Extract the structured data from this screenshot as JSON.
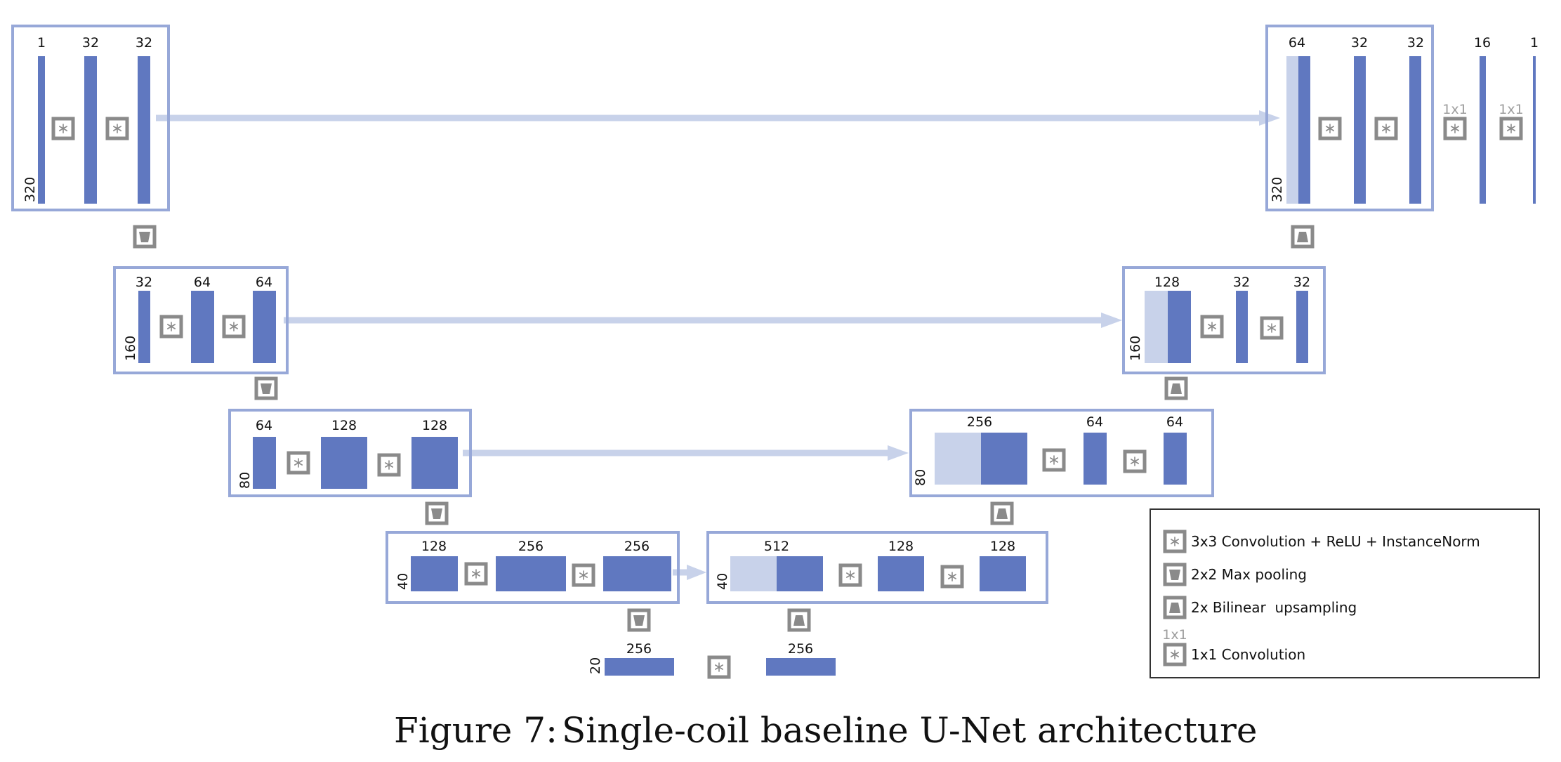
{
  "colors": {
    "block": "#6078c0",
    "skip": "#c8d2ea",
    "frame": "#97a8d8",
    "op": "#8a8a8a",
    "text": "#111111",
    "muted": "#9e9e9e"
  },
  "diagram": {
    "levels": [
      {
        "id": "enc1",
        "size": "320",
        "channels": [
          "1",
          "32",
          "32"
        ]
      },
      {
        "id": "enc2",
        "size": "160",
        "channels": [
          "32",
          "64",
          "64"
        ]
      },
      {
        "id": "enc3",
        "size": "80",
        "channels": [
          "64",
          "128",
          "128"
        ]
      },
      {
        "id": "enc4",
        "size": "40",
        "channels": [
          "128",
          "256",
          "256"
        ]
      },
      {
        "id": "bottleneck",
        "size": "20",
        "channels": [
          "256",
          "256"
        ]
      },
      {
        "id": "dec4",
        "size": "40",
        "channels": [
          "512",
          "128",
          "128"
        ]
      },
      {
        "id": "dec3",
        "size": "80",
        "channels": [
          "256",
          "64",
          "64"
        ]
      },
      {
        "id": "dec2",
        "size": "160",
        "channels": [
          "128",
          "32",
          "32"
        ]
      },
      {
        "id": "dec1",
        "size": "320",
        "channels": [
          "64",
          "32",
          "32"
        ]
      },
      {
        "id": "output",
        "channels": [
          "16",
          "1"
        ],
        "op_labels": [
          "1x1",
          "1x1"
        ]
      }
    ]
  },
  "legend": {
    "items": [
      {
        "icon": "conv-3x3-icon",
        "label": "3x3 Convolution + ReLU + InstanceNorm"
      },
      {
        "icon": "max-pool-icon",
        "label": "2x2 Max pooling"
      },
      {
        "icon": "upsample-icon",
        "label": "2x Bilinear  upsampling"
      },
      {
        "icon": "conv-1x1-icon",
        "label": "1x1 Convolution",
        "sublabel": "1x1"
      }
    ]
  },
  "caption": {
    "prefix": "Figure 7:",
    "text": "Single-coil baseline U-Net architecture"
  }
}
